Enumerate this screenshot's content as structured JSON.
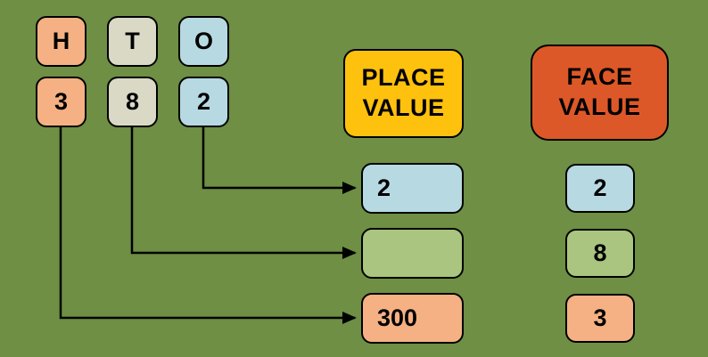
{
  "background_color": "#6e8f44",
  "digit_table": {
    "headers": [
      {
        "label": "H",
        "color": "#f5b183"
      },
      {
        "label": "T",
        "color": "#d9d9c6"
      },
      {
        "label": "O",
        "color": "#b7d9e2"
      }
    ],
    "digits": [
      {
        "label": "3",
        "color": "#f5b183"
      },
      {
        "label": "8",
        "color": "#d9d9c6"
      },
      {
        "label": "2",
        "color": "#b7d9e2"
      }
    ]
  },
  "place_value_column": {
    "title_line1": "PLACE",
    "title_line2": "VALUE",
    "color": "#fec10d",
    "items": [
      {
        "value": "2",
        "color": "#b7d9e2"
      },
      {
        "value": "",
        "color": "#a9c57f"
      },
      {
        "value": "300",
        "color": "#f5b183"
      }
    ]
  },
  "face_value_column": {
    "title_line1": "FACE",
    "title_line2": "VALUE",
    "color": "#dd5828",
    "items": [
      {
        "value": "2",
        "color": "#b7d9e2"
      },
      {
        "value": "8",
        "color": "#a9c57f"
      },
      {
        "value": "3",
        "color": "#f5b183"
      }
    ]
  },
  "arrow_color": "#000000"
}
